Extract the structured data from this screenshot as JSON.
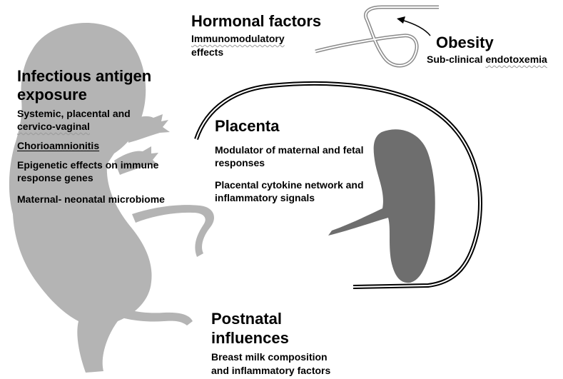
{
  "hormonal": {
    "title": "Hormonal factors",
    "line1": "Immunomodulatory",
    "line2": "effects"
  },
  "obesity": {
    "title": "Obesity",
    "sub_prefix": "Sub-clinical ",
    "sub_word": "endotoxemia"
  },
  "infectious": {
    "title_line1": "Infectious antigen",
    "title_line2": "exposure",
    "item1_line1": "Systemic, placental and",
    "item1_line2": "cervico-vaginal",
    "item2": "Chorioamnionitis",
    "item3_line1": "Epigenetic effects on immune",
    "item3_line2": "response genes",
    "item4": "Maternal- neonatal microbiome"
  },
  "placenta": {
    "title": "Placenta",
    "item1_line1": "Modulator of maternal and fetal",
    "item1_line2": "responses",
    "item2_line1": "Placental cytokine network and",
    "item2_line2": "inflammatory  signals"
  },
  "postnatal": {
    "title_line1": "Postnatal",
    "title_line2": "influences",
    "line1": "Breast milk composition",
    "line2": "and inflammatory factors"
  },
  "colors": {
    "fetus": "#b4b4b4",
    "placenta": "#6e6e6e",
    "outline": "#000000",
    "vessel": "#b4b4b4"
  },
  "icons": [
    "fetus-silhouette",
    "uterus-outline",
    "placenta-shape",
    "blood-vessel-loop",
    "curved-arrow"
  ]
}
